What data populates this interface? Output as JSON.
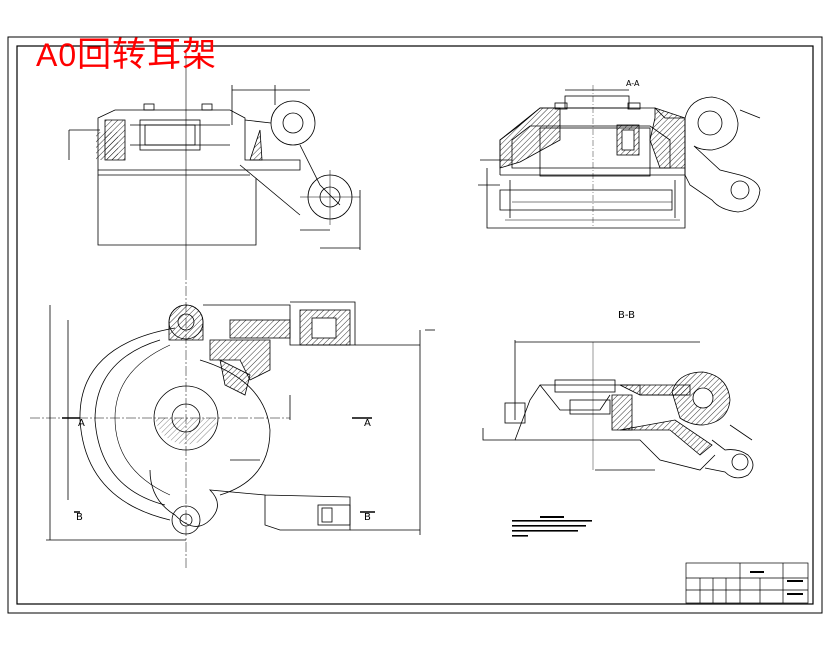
{
  "overlay_title": {
    "prefix": "A0",
    "text": "回转耳架",
    "color": "#ff0000"
  },
  "section_labels": {
    "a_left": "A",
    "a_right": "A",
    "b_left": "B",
    "b_right": "B",
    "bb_title": "B-B",
    "aa_title": "A-A"
  },
  "colors": {
    "line": "#000000",
    "hatch": "#000000",
    "accent": "#ff0000",
    "background": "#ffffff"
  }
}
